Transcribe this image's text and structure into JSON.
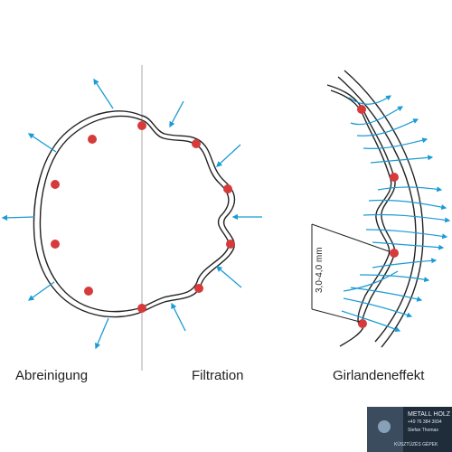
{
  "captions": {
    "left": "Abreinigung",
    "middle": "Filtration",
    "right": "Girlandeneffekt"
  },
  "dimension_label": "3,0-4,0 mm",
  "watermark": {
    "title": "METALL HOLZ",
    "line1": "+49 76 384 3694",
    "line2": "Stefan Thomas",
    "line3": "KÜSZTÜZÉS GÉPEK"
  },
  "colors": {
    "arrow": "#1a9bd4",
    "dot": "#d63a3a",
    "outline": "#222222",
    "divider": "#aaaaaa"
  }
}
